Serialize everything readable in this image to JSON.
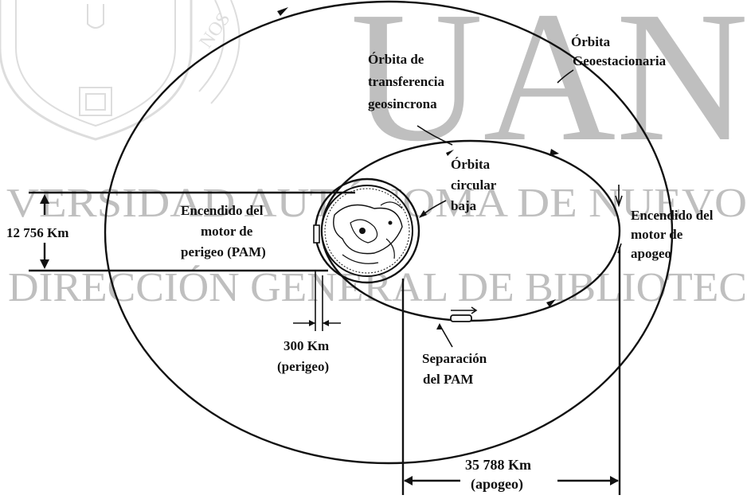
{
  "watermark": {
    "big_letters": "UAN",
    "line1": "VERSIDAD AUTÓNOMA DE NUEVO",
    "line2": "DIRECCIÓN GENERAL DE BIBLIOTEC",
    "seal_text": "NOS"
  },
  "labels": {
    "geo_orbit_line1": "Órbita",
    "geo_orbit_line2": "Geoestacionaria",
    "transfer_line1": "Órbita de",
    "transfer_line2": "transferencia",
    "transfer_line3": "geosincrona",
    "low_line1": "Órbita",
    "low_line2": "circular",
    "low_line3": "baja",
    "perigee_motor_line1": "Encendido del",
    "perigee_motor_line2": "motor de",
    "perigee_motor_line3": "perigeo (PAM)",
    "apogee_motor_line1": "Encendido del",
    "apogee_motor_line2": "motor de",
    "apogee_motor_line3": "apogeo",
    "earth_diameter": "12 756 Km",
    "perigee_alt_line1": "300 Km",
    "perigee_alt_line2": "(perigeo)",
    "separation_line1": "Separación",
    "separation_line2": "del PAM",
    "apogee_alt_line1": "35 788 Km",
    "apogee_alt_line2": "(apogeo)"
  }
}
